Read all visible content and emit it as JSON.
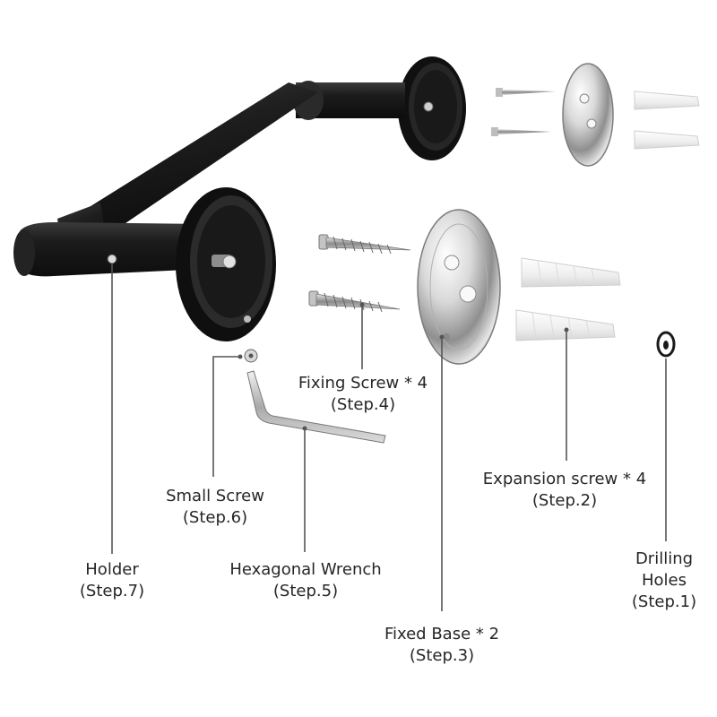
{
  "labels": {
    "fixing_screw": {
      "name": "Fixing Screw * 4",
      "step": "(Step.4)"
    },
    "small_screw": {
      "name": "Small Screw",
      "step": "(Step.6)"
    },
    "expansion_screw": {
      "name": "Expansion screw * 4",
      "step": "(Step.2)"
    },
    "holder": {
      "name": "Holder",
      "step": "(Step.7)"
    },
    "hex_wrench": {
      "name": "Hexagonal Wrench",
      "step": "(Step.5)"
    },
    "drilling_holes": {
      "line1": "Drilling",
      "line2": "Holes",
      "step": "(Step.1)"
    },
    "fixed_base": {
      "name": "Fixed Base * 2",
      "step": "(Step.3)"
    }
  },
  "colors": {
    "holder_black": "#1e1e1e",
    "chrome": "#c9c9c9",
    "anchor_white": "#f1f1f1",
    "leader_line": "#555555",
    "text": "#262626"
  }
}
